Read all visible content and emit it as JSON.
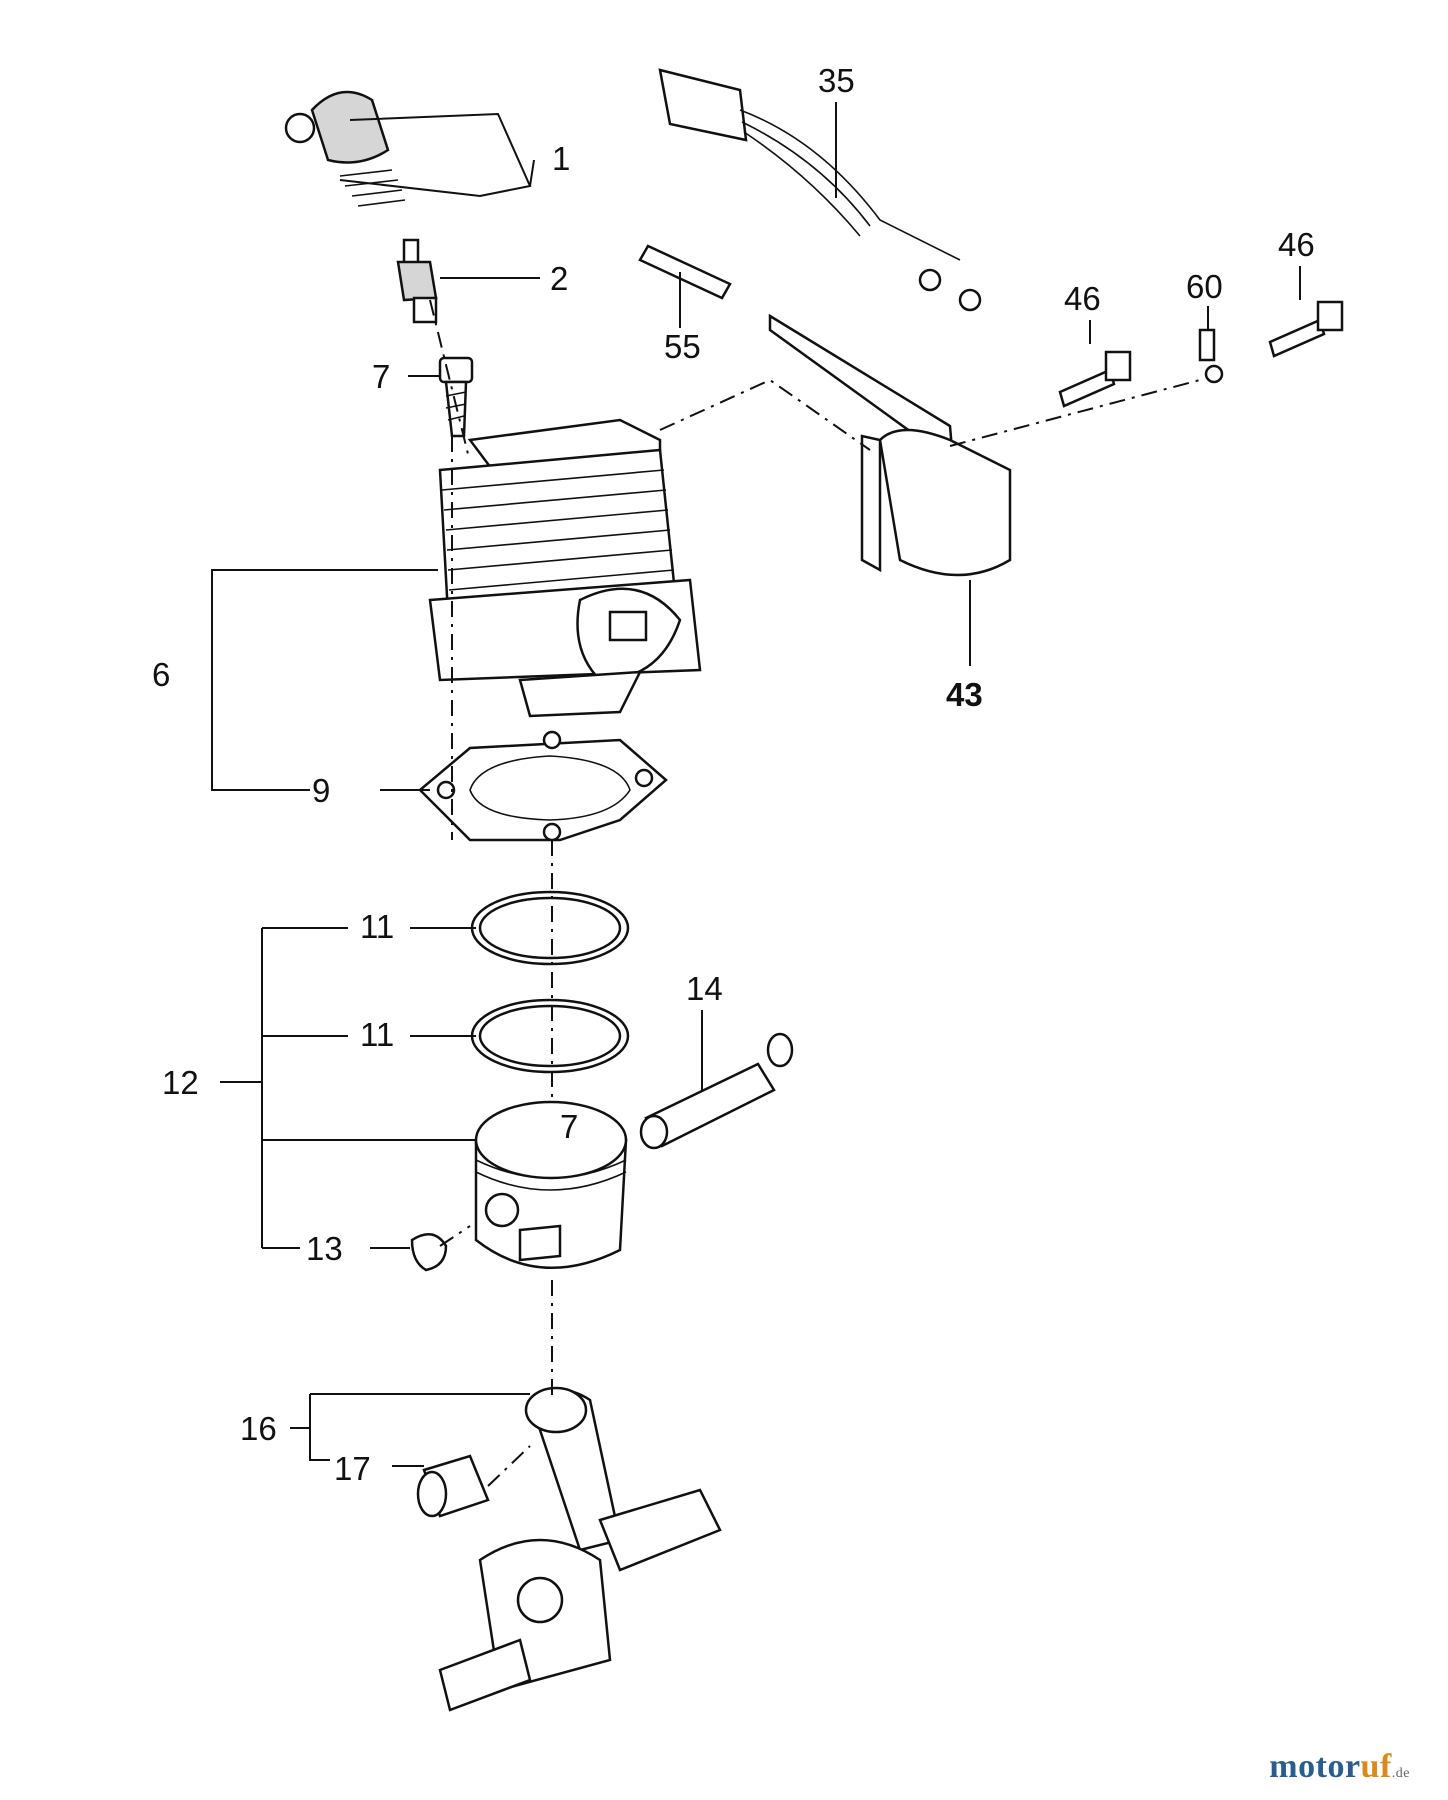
{
  "callouts": {
    "c1": "1",
    "c2": "2",
    "c6": "6",
    "c7": "7",
    "c9": "9",
    "c11a": "11",
    "c11b": "11",
    "c12": "12",
    "c13": "13",
    "c14": "14",
    "c16": "16",
    "c17": "17",
    "c35": "35",
    "c43": "43",
    "c46a": "46",
    "c46b": "46",
    "c55": "55",
    "c60": "60"
  },
  "piston_mark": "7",
  "watermark": {
    "brand_a": "motor",
    "brand_b": "uf",
    "suffix": ".de"
  }
}
